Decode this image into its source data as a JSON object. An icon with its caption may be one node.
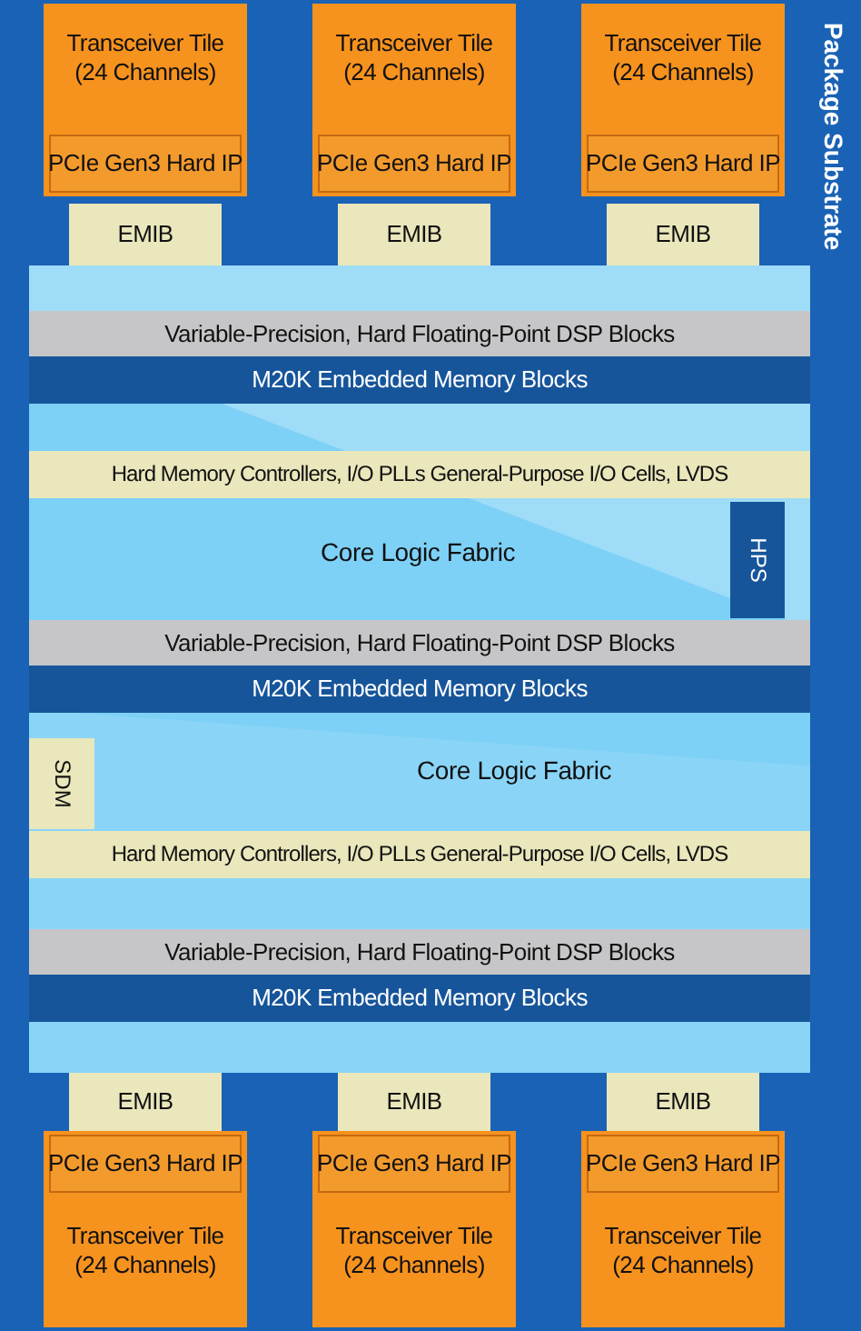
{
  "diagram": {
    "nodes": [
      {
        "text": [
          "Package Substrate"
        ]
      },
      {
        "text": [
          "Transceiver Tile (24 Channels)"
        ],
        "in": 0
      },
      {
        "text": [
          "PCIe Gen3 Hard IP"
        ],
        "in": 1
      },
      {
        "text": [
          "Transceiver Tile (24 Channels)"
        ],
        "in": 0
      },
      {
        "text": [
          "PCIe Gen3 Hard IP"
        ],
        "in": 3
      },
      {
        "text": [
          "Transceiver Tile (24 Channels)"
        ],
        "in": 0
      },
      {
        "text": [
          "PCIe Gen3 Hard IP"
        ],
        "in": 5
      },
      {
        "text": [
          "EMIB"
        ],
        "in": 0
      },
      {
        "text": [
          "EMIB"
        ],
        "in": 0
      },
      {
        "text": [
          "EMIB"
        ],
        "in": 0
      },
      {
        "text": [
          "Core Logic Fabric",
          "Core Logic Fabric"
        ],
        "in": 0
      },
      {
        "text": [
          "Variable-Precision, Hard Floating-Point DSP Blocks"
        ],
        "in": 10
      },
      {
        "text": [
          "M20K Embedded Memory Blocks"
        ],
        "in": 10
      },
      {
        "text": [
          "Hard Memory Controllers, I/O PLLs General-Purpose I/O Cells, LVDS"
        ],
        "in": 10
      },
      {
        "text": [
          "HPS"
        ],
        "in": 10
      },
      {
        "text": [
          "Variable-Precision, Hard Floating-Point DSP Blocks"
        ],
        "in": 10
      },
      {
        "text": [
          "M20K Embedded Memory Blocks"
        ],
        "in": 10
      },
      {
        "text": [
          "SDM"
        ],
        "in": 10
      },
      {
        "text": [
          "Hard Memory Controllers, I/O PLLs General-Purpose I/O Cells, LVDS"
        ],
        "in": 10
      },
      {
        "text": [
          "Variable-Precision, Hard Floating-Point DSP Blocks"
        ],
        "in": 10
      },
      {
        "text": [
          "M20K Embedded Memory Blocks"
        ],
        "in": 10
      },
      {
        "text": [
          "EMIB"
        ],
        "in": 0
      },
      {
        "text": [
          "EMIB"
        ],
        "in": 0
      },
      {
        "text": [
          "EMIB"
        ],
        "in": 0
      },
      {
        "text": [
          "Transceiver Tile (24 Channels)"
        ],
        "in": 0
      },
      {
        "text": [
          "PCIe Gen3 Hard IP"
        ],
        "in": 24
      },
      {
        "text": [
          "Transceiver Tile (24 Channels)"
        ],
        "in": 0
      },
      {
        "text": [
          "PCIe Gen3 Hard IP"
        ],
        "in": 26
      },
      {
        "text": [
          "Transceiver Tile (24 Channels)"
        ],
        "in": 0
      },
      {
        "text": [
          "PCIe Gen3 Hard IP"
        ],
        "in": 28
      }
    ]
  }
}
